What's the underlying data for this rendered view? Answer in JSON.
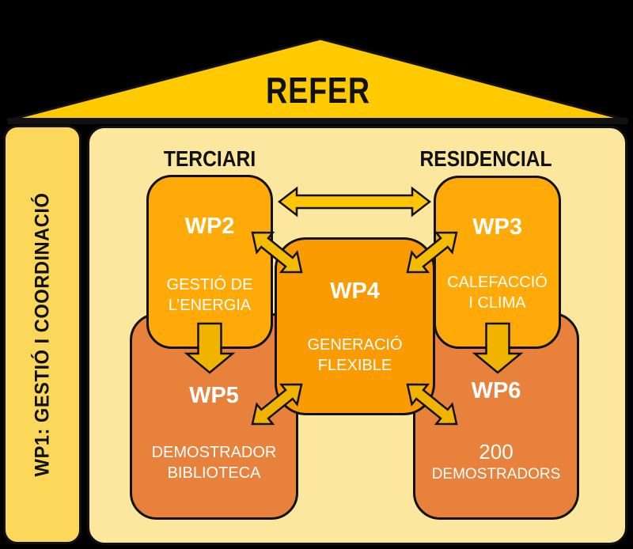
{
  "title": "REFER",
  "wp1": {
    "label": "WP1: GESTIÓ I COORDINACIÓ"
  },
  "sections": {
    "terciari": "TERCIARI",
    "residencial": "RESIDENCIAL"
  },
  "boxes": {
    "wp2": {
      "title": "WP2",
      "line1": "GESTIÓ DE",
      "line2": "L’ENERGIA"
    },
    "wp3": {
      "title": "WP3",
      "line1": "CALEFACCIÓ",
      "line2": "I CLIMA"
    },
    "wp4": {
      "title": "WP4",
      "line1": "GENERACIÓ",
      "line2": "FLEXIBLE"
    },
    "wp5": {
      "title": "WP5",
      "line1": "DEMOSTRADOR",
      "line2": "BIBLIOTECA"
    },
    "wp6": {
      "title": "WP6",
      "line1": "200",
      "line2": "DEMOSTRADORS"
    }
  },
  "connections": [
    {
      "from": "WP2",
      "to": "WP3",
      "type": "bidirectional"
    },
    {
      "from": "WP2",
      "to": "WP4",
      "type": "bidirectional"
    },
    {
      "from": "WP3",
      "to": "WP4",
      "type": "bidirectional"
    },
    {
      "from": "WP4",
      "to": "WP5",
      "type": "bidirectional"
    },
    {
      "from": "WP4",
      "to": "WP6",
      "type": "bidirectional"
    },
    {
      "from": "WP2",
      "to": "WP5",
      "type": "directed-down"
    },
    {
      "from": "WP3",
      "to": "WP6",
      "type": "directed-down"
    }
  ],
  "colors": {
    "background": "#000000",
    "roof": "#FFCB00",
    "sidebar": "#FBD859",
    "panel": "#FCE79E",
    "box_top": "#FFAA08",
    "box_center": "#FB9B04",
    "box_bottom": "#E8813C",
    "arrow_bright": "#FFC608",
    "arrow_gold": "#F5BB00",
    "arrow_deep": "#F0B400",
    "outline": "#111111",
    "text_dark": "#111111",
    "text_light": "#FFFFFF"
  }
}
